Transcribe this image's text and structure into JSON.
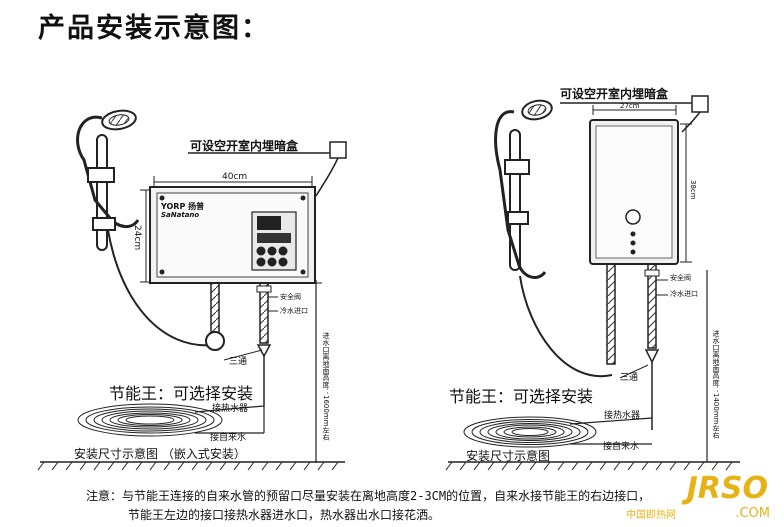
{
  "page": {
    "title": "产品安装示意图："
  },
  "left_install": {
    "embedded_box_label": "可设空开室内埋暗盒",
    "width_dim": "40cm",
    "height_dim": "24cm",
    "brand": "YORP",
    "brand_sub": "SaNatano",
    "brand_suffix": "扬普",
    "safety_valve": "安全阀",
    "cold_inlet": "冷水进口",
    "tee": "三通",
    "vertical_height_note": "进水口离地面高度：1600mm左右",
    "energy_saver": "节能王：可选择安装",
    "connect_heater": "接热水器",
    "connect_tap": "接自来水",
    "caption": "安装尺寸示意图 （嵌入式安装）"
  },
  "right_install": {
    "embedded_box_label": "可设空开室内埋暗盒",
    "width_dim": "27cm",
    "height_dim": "38cm",
    "safety_valve": "安全阀",
    "cold_inlet": "冷水进口",
    "tee": "三通",
    "vertical_height_note": "进水口离地面高度：1400mm左右",
    "energy_saver": "节能王：可选择安装",
    "connect_heater": "接热水器",
    "connect_tap": "接自来水",
    "caption": "安装尺寸示意图"
  },
  "note": {
    "line1": "注意：与节能王连接的自来水管的预留口尽量安装在离地高度2-3CM的位置，自来水接节能王的右边接口，",
    "line2": "节能王左边的接口接热水器进水口，热水器出水口接花洒。"
  },
  "watermark": {
    "big": "JRSO",
    "com": ".COM",
    "cn": "中国即热网"
  }
}
